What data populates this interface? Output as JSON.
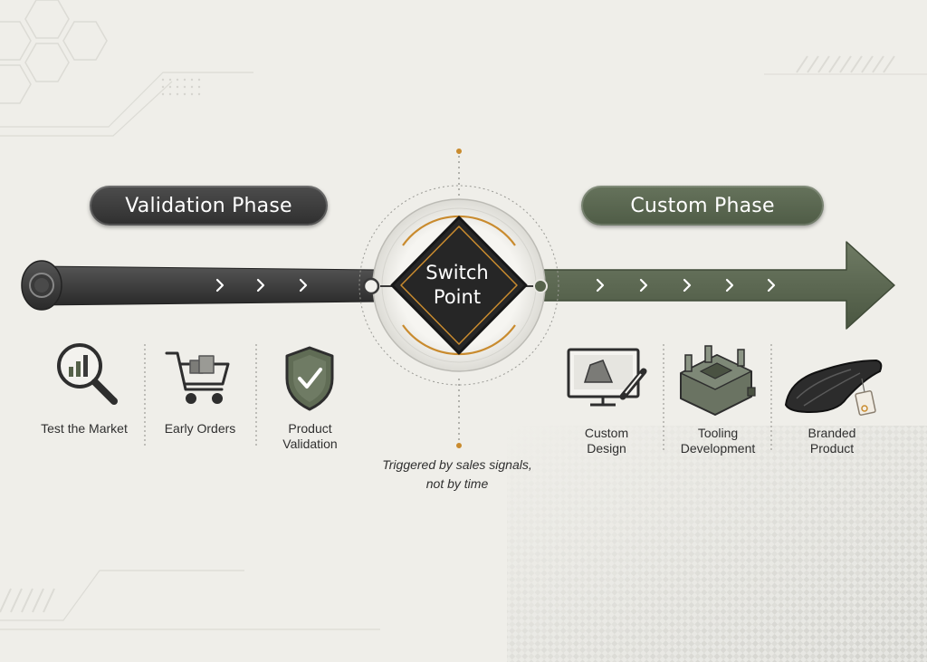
{
  "phases": {
    "validation": {
      "title": "Validation Phase",
      "steps": [
        {
          "label": "Test the Market",
          "icon": "magnifier-chart-icon"
        },
        {
          "label": "Early Orders",
          "icon": "shopping-cart-icon"
        },
        {
          "label": "Product Validation",
          "icon": "shield-check-icon"
        }
      ]
    },
    "custom": {
      "title": "Custom Phase",
      "steps": [
        {
          "label": "Custom Design",
          "icon": "monitor-pencil-icon"
        },
        {
          "label": "Tooling Development",
          "icon": "mold-tool-icon"
        },
        {
          "label": "Branded Product",
          "icon": "carbon-part-tag-icon"
        }
      ]
    }
  },
  "switch_point": {
    "line1": "Switch",
    "line2": "Point"
  },
  "trigger_note": {
    "line1": "Triggered by sales signals,",
    "line2": "not by time"
  },
  "colors": {
    "dark": "#333333",
    "green": "#56624b",
    "accent": "#c98b2e",
    "background": "#efeee9"
  }
}
